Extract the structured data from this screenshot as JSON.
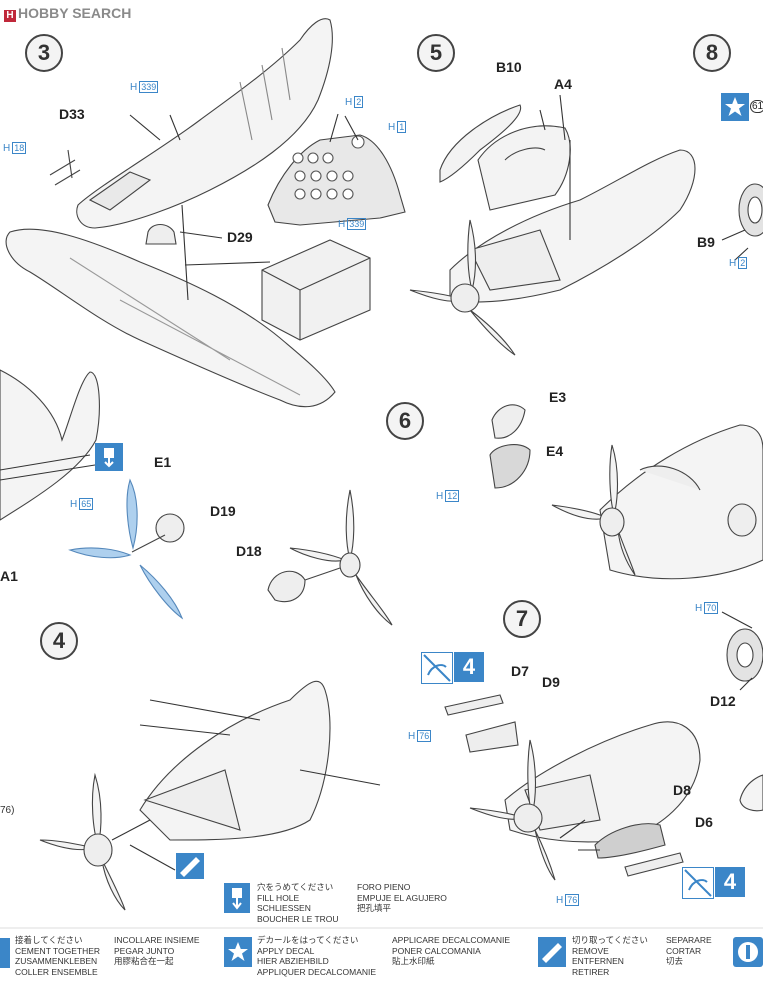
{
  "logo": {
    "badge": "H",
    "text": "HOBBY SEARCH"
  },
  "steps": {
    "s3": "3",
    "s4": "4",
    "s5": "5",
    "s6": "6",
    "s7": "7",
    "s8": "8"
  },
  "parts": {
    "d33": "D33",
    "d29": "D29",
    "e1": "E1",
    "d19": "D19",
    "d18": "D18",
    "b10": "B10",
    "a4": "A4",
    "b9": "B9",
    "e3": "E3",
    "e4": "E4",
    "d7": "D7",
    "d9": "D9",
    "d8": "D8",
    "d6": "D6",
    "d12": "D12",
    "a1_fragment": "A1",
    "ref_76_fragment": "76)"
  },
  "paint_refs": {
    "h339_a": "339",
    "h2_a": "2",
    "h1": "1",
    "h18": "18",
    "h339_b": "339",
    "h65": "65",
    "h12": "12",
    "h76_a": "76",
    "h76_b": "76",
    "h70": "70",
    "h_b9": "2",
    "h_prefix": "H"
  },
  "decal_refs": {
    "step8_decal": "61",
    "step7_decal_a": "4",
    "step7_decal_b": "4"
  },
  "legend": {
    "fill_hole": {
      "jp": "穴をうめてください",
      "en": "FILL HOLE",
      "de": "SCHLIESSEN",
      "fr": "BOUCHER LE TROU",
      "it": "FORO PIENO",
      "es": "EMPUJE EL AGUJERO",
      "cn": "把孔填平"
    },
    "cement": {
      "jp": "接着してください",
      "en": "CEMENT TOGETHER",
      "de": "ZUSAMMENKLEBEN",
      "fr": "COLLER ENSEMBLE",
      "it": "INCOLLARE INSIEME",
      "es": "PEGAR JUNTO",
      "cn": "用膠粘合在一起"
    },
    "decal": {
      "jp": "デカールをはってください",
      "en": "APPLY DECAL",
      "de": "HIER ABZIEHBILD",
      "fr": "APPLIQUER DECALCOMANIE",
      "it": "APPLICARE DECALCOMANIE",
      "es": "PONER CALCOMANIA",
      "cn": "貼上水印紙"
    },
    "remove": {
      "jp": "切り取ってください",
      "en": "REMOVE",
      "de": "ENTFERNEN",
      "fr": "RETIRER",
      "it": "SEPARARE",
      "es": "CORTAR",
      "cn": "切去"
    }
  },
  "colors": {
    "accent_blue": "#3b86c8",
    "prop_fill": "#aed0ee",
    "line": "#444444"
  }
}
